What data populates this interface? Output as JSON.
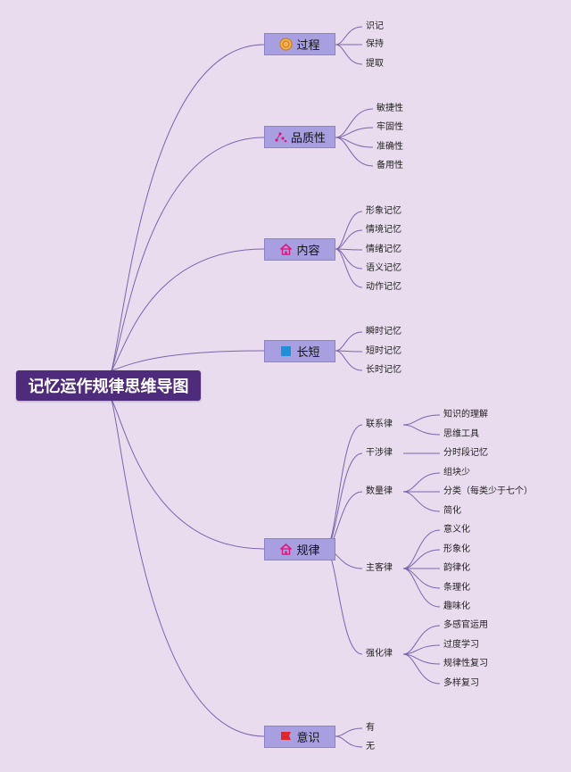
{
  "root": "记忆运作规律思维导图",
  "colors": {
    "root_bg": "#4f2c7b",
    "branch_bg": "#a79fe0",
    "line": "#7a66a8",
    "page_bg": "#e9dcef"
  },
  "branches": [
    {
      "label": "过程",
      "icon": "medal-icon",
      "items": [
        "识记",
        "保持",
        "提取"
      ]
    },
    {
      "label": "品质性",
      "icon": "sparkle-icon",
      "items": [
        "敏捷性",
        "牢固性",
        "准确性",
        "备用性"
      ]
    },
    {
      "label": "内容",
      "icon": "house-icon",
      "items": [
        "形象记忆",
        "情境记忆",
        "情绪记忆",
        "语义记忆",
        "动作记忆"
      ]
    },
    {
      "label": "长短",
      "icon": "blue-flag-icon",
      "items": [
        "瞬时记忆",
        "短时记忆",
        "长时记忆"
      ]
    },
    {
      "label": "规律",
      "icon": "house-icon",
      "subs": [
        {
          "label": "联系律",
          "items": [
            "知识的理解",
            "思维工具"
          ]
        },
        {
          "label": "干涉律",
          "items": [
            "分时段记忆"
          ]
        },
        {
          "label": "数量律",
          "items": [
            "组块少",
            "分类（每类少于七个）",
            "简化"
          ]
        },
        {
          "label": "主客律",
          "items": [
            "意义化",
            "形象化",
            "韵律化",
            "条理化",
            "趣味化"
          ]
        },
        {
          "label": "强化律",
          "items": [
            "多感官运用",
            "过度学习",
            "规律性复习",
            "多样复习"
          ]
        }
      ]
    },
    {
      "label": "意识",
      "icon": "red-flag-icon",
      "items": [
        "有",
        "无"
      ]
    }
  ]
}
